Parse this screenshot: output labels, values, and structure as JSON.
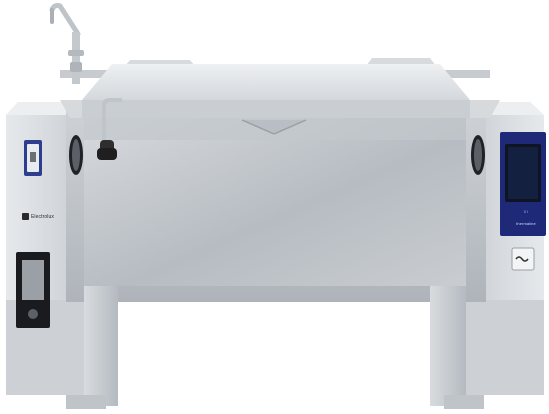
{
  "product": {
    "left_panel": {
      "logo_text": "Electrolux"
    },
    "control_panel": {
      "screen_status": "0 I",
      "brand_label": "thermaline",
      "wave_icon": "wave-icon"
    },
    "colors": {
      "steel_light": "#e3e6e9",
      "steel_mid": "#c9cdd1",
      "steel_dark": "#9aa0a6",
      "panel_navy": "#1e2a78",
      "screen": "#0e1423"
    }
  }
}
